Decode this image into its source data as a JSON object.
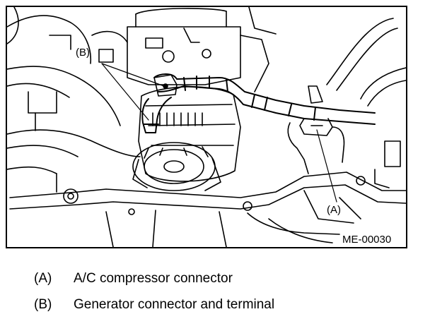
{
  "figure": {
    "callout_a": "(A)",
    "callout_b": "(B)",
    "code": "ME-00030"
  },
  "legend": [
    {
      "key": "(A)",
      "text": "A/C compressor connector"
    },
    {
      "key": "(B)",
      "text": "Generator connector and terminal"
    }
  ]
}
